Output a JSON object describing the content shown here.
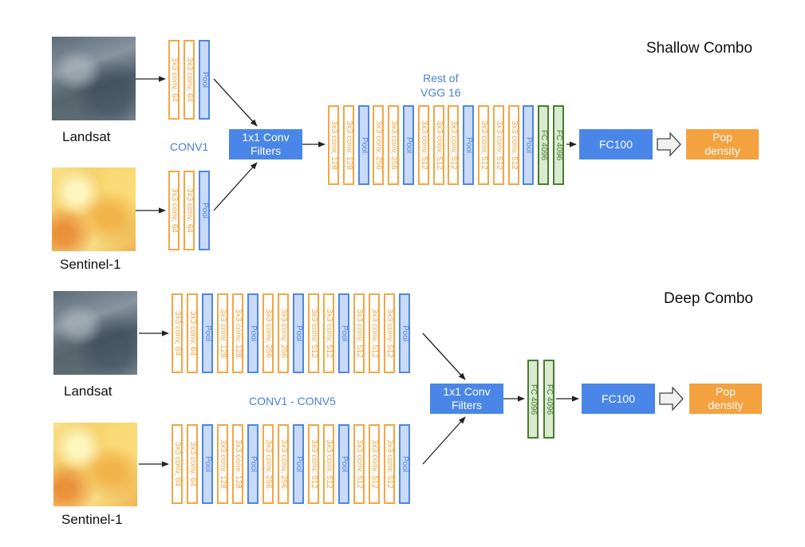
{
  "shallow": {
    "title": "Shallow Combo",
    "landsat_label": "Landsat",
    "sentinel_label": "Sentinel-1",
    "conv_label": "CONV1",
    "rest_label_line1": "Rest of",
    "rest_label_line2": "VGG 16",
    "branch_layers": [
      "3x3 conv, 64",
      "3x3 conv, 64",
      "Pool"
    ],
    "merge_line1": "1x1 Conv",
    "merge_line2": "Filters",
    "rest_layers": [
      "3x3 conv, 128",
      "3x3 conv, 128",
      "Pool",
      "3x3 conv, 256",
      "3x3 conv, 256",
      "Pool",
      "3x3 conv, 512",
      "3x3 conv, 512",
      "3x3 conv, 512",
      "Pool",
      "3x3 conv, 512",
      "3x3 conv, 512",
      "3x3 conv, 512",
      "Pool",
      "FC 4096",
      "FC 4096"
    ],
    "fc100": "FC100",
    "out_line1": "Pop",
    "out_line2": "density"
  },
  "deep": {
    "title": "Deep Combo",
    "landsat_label": "Landsat",
    "sentinel_label": "Sentinel-1",
    "conv_label": "CONV1 - CONV5",
    "branch_layers": [
      "3x3 conv, 64",
      "3x3 conv, 64",
      "Pool",
      "3x3 conv, 128",
      "3x3 conv, 128",
      "Pool",
      "3x3 conv, 256",
      "3x3 conv, 256",
      "Pool",
      "3x3 conv, 512",
      "3x3 conv, 512",
      "Pool",
      "3x3 conv, 512",
      "3x3 conv, 512",
      "3x3 conv, 512",
      "Pool"
    ],
    "merge_line1": "1x1 Conv",
    "merge_line2": "Filters",
    "fc_layers": [
      "FC 4096",
      "FC 4096"
    ],
    "fc100": "FC100",
    "out_line1": "Pop",
    "out_line2": "density"
  }
}
